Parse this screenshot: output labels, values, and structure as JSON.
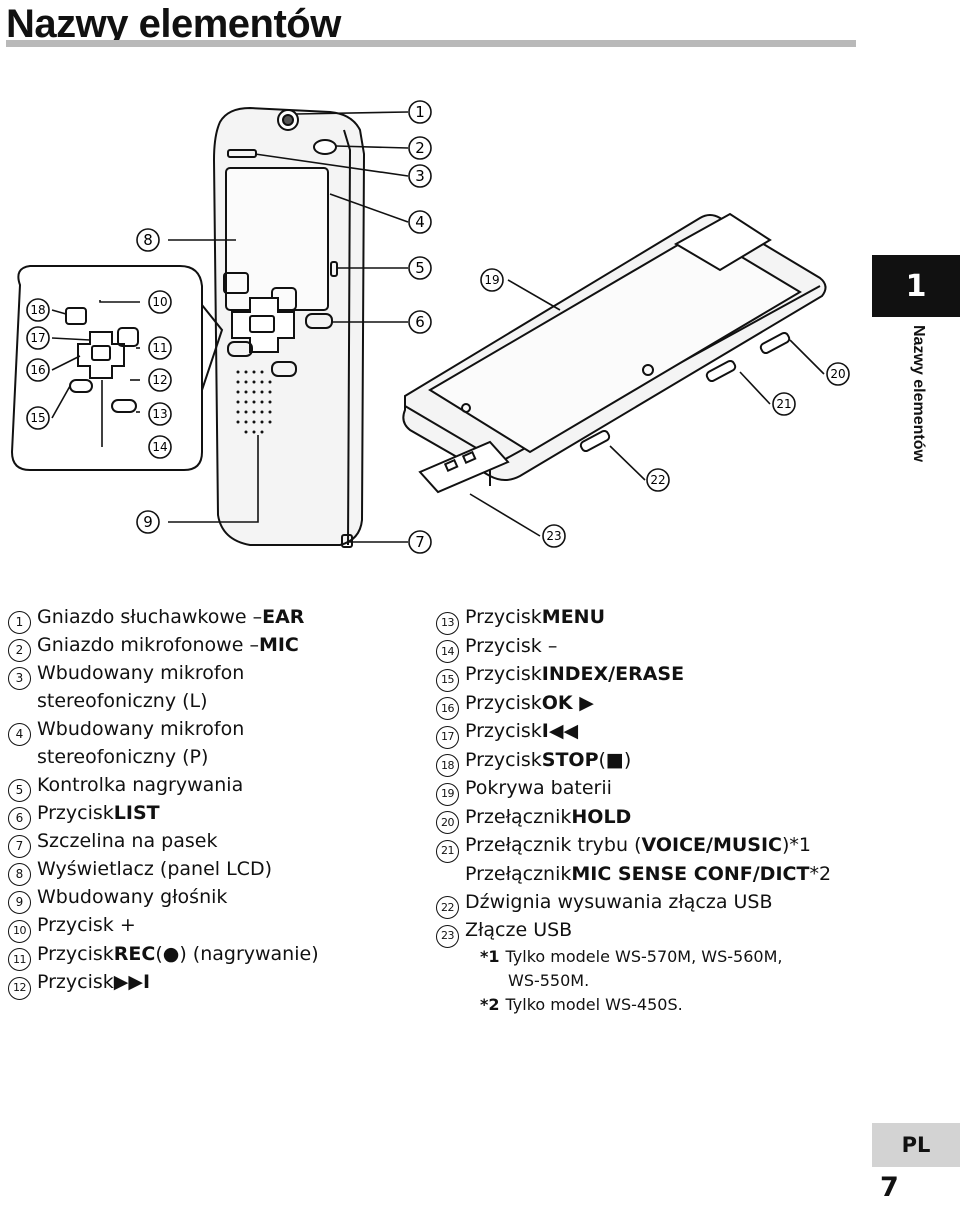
{
  "page": {
    "title": "Nazwy elementów",
    "chapter_number": "1",
    "side_label": "Nazwy elementów",
    "language_tab": "PL",
    "page_number": "7"
  },
  "diagram": {
    "callouts": [
      "1",
      "2",
      "3",
      "4",
      "5",
      "6",
      "7",
      "8",
      "9",
      "10",
      "11",
      "12",
      "13",
      "14",
      "15",
      "16",
      "17",
      "18",
      "19",
      "20",
      "21",
      "22",
      "23"
    ]
  },
  "parts_left": [
    {
      "num": "1",
      "text": "Gniazdo słuchawkowe – ",
      "bold": "EAR"
    },
    {
      "num": "2",
      "text": "Gniazdo mikrofonowe – ",
      "bold": "MIC"
    },
    {
      "num": "3",
      "text": "Wbudowany mikrofon",
      "cont": "stereofoniczny (L)"
    },
    {
      "num": "4",
      "text": "Wbudowany mikrofon",
      "cont": "stereofoniczny (P)"
    },
    {
      "num": "5",
      "text": "Kontrolka nagrywania"
    },
    {
      "num": "6",
      "text": "Przycisk ",
      "bold": "LIST"
    },
    {
      "num": "7",
      "text": "Szczelina na pasek"
    },
    {
      "num": "8",
      "text": "Wyświetlacz (panel LCD)"
    },
    {
      "num": "9",
      "text": "Wbudowany głośnik"
    },
    {
      "num": "10",
      "text": "Przycisk +"
    },
    {
      "num": "11",
      "text": "Przycisk ",
      "bold": "REC",
      "after": " (●) (nagrywanie)"
    },
    {
      "num": "12",
      "text": "Przycisk ",
      "bold": "▶▶I"
    }
  ],
  "parts_right": [
    {
      "num": "13",
      "text": "Przycisk ",
      "bold": "MENU"
    },
    {
      "num": "14",
      "text": "Przycisk –"
    },
    {
      "num": "15",
      "text": "Przycisk ",
      "bold": "INDEX/ERASE"
    },
    {
      "num": "16",
      "text": "Przycisk ",
      "bold": "OK ▶"
    },
    {
      "num": "17",
      "text": "Przycisk ",
      "bold": "I◀◀"
    },
    {
      "num": "18",
      "text": "Przycisk ",
      "bold": "STOP",
      "after": " (■)"
    },
    {
      "num": "19",
      "text": "Pokrywa baterii"
    },
    {
      "num": "20",
      "text": "Przełącznik ",
      "bold": "HOLD"
    },
    {
      "num": "21",
      "text": "Przełącznik trybu (",
      "bold": "VOICE/MUSIC",
      "after": ")*1"
    },
    {
      "num": "",
      "text": "Przełącznik ",
      "bold": "MIC SENSE CONF/DICT",
      "after": "*2"
    },
    {
      "num": "22",
      "text": "Dźwignia wysuwania złącza USB"
    },
    {
      "num": "23",
      "text": "Złącze USB"
    }
  ],
  "notes": [
    {
      "mark": "*1",
      "text": "Tylko modele WS-570M, WS-560M,",
      "cont": "WS-550M."
    },
    {
      "mark": "*2",
      "text": "Tylko model WS-450S."
    }
  ]
}
